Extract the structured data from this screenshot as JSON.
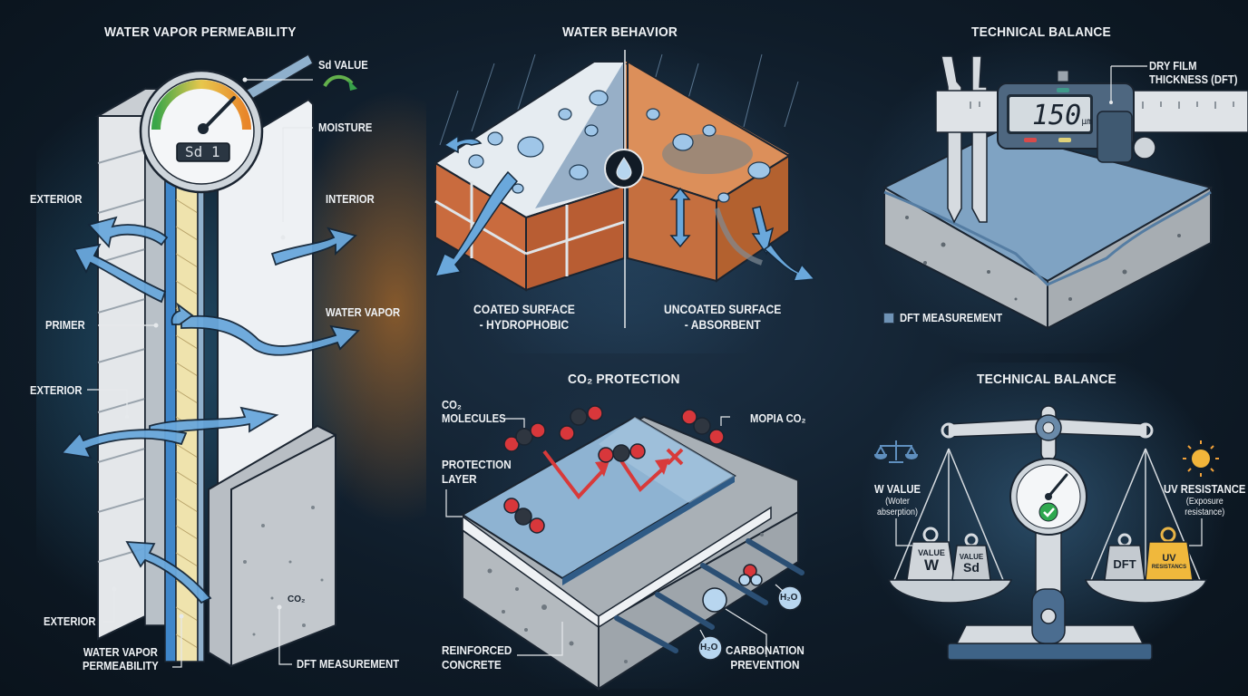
{
  "panels": {
    "vapor": {
      "title": "WATER VAPOR PERMEABILITY",
      "gauge_display": "Sd 1",
      "labels": {
        "sd_value": "Sd VALUE",
        "moisture": "MOISTURE",
        "exterior_top": "EXTERIOR",
        "interior": "INTERIOR",
        "primer": "PRIMER",
        "water_vapor": "WATER VAPOR",
        "exterior_mid": "EXTERIOR",
        "exterior_bottom": "EXTERIOR",
        "permeability_line1": "WATER VAPOR",
        "permeability_line2": "PERMEABILITY",
        "dft_measurement": "DFT MEASUREMENT"
      }
    },
    "water": {
      "title": "WATER BEHAVIOR",
      "coated_line1": "COATED SURFACE",
      "coated_line2": "- HYDROPHOBIC",
      "uncoated_line1": "UNCOATED SURFACE",
      "uncoated_line2": "- ABSORBENT"
    },
    "co2": {
      "title": "CO₂ PROTECTION",
      "molecules_line1": "CO₂",
      "molecules_line2": "MOLECULES",
      "mopia": "MOPIA CO₂",
      "protection_line1": "PROTECTION",
      "protection_line2": "LAYER",
      "reinforced_line1": "REINFORCED",
      "reinforced_line2": "CONCRETE",
      "carbonation_line1": "CARBONATION",
      "carbonation_line2": "PREVENTION",
      "bubble_co2": "CO₂",
      "bubble_h2o_1": "H₂O",
      "bubble_h2o_2": "H₂O"
    },
    "dft": {
      "title": "TECHNICAL BALANCE",
      "caliper_reading": "150",
      "caliper_unit": "µm",
      "dft_line1": "DRY FILM",
      "dft_line2": "THICKNESS (DFT)",
      "legend": "DFT MEASUREMENT",
      "legend_color": "#6f93b6"
    },
    "balance": {
      "title": "TECHNICAL BALANCE",
      "w_value": "W VALUE",
      "w_sub_line1": "(Woter",
      "w_sub_line2": "abserption)",
      "uv_value": "UV RESISTANCE",
      "uv_sub_line1": "(Exposure",
      "uv_sub_line2": "resistance)",
      "weights": {
        "w_top": "VALUE",
        "w_bottom": "W",
        "sd_top": "VALUE",
        "sd_bottom": "Sd",
        "dft": "DFT",
        "uv_top": "UV",
        "uv_bottom": "RESISTANCS"
      },
      "status": "balanced-check"
    }
  },
  "colors": {
    "background": "#0f1c29",
    "arrow_blue": "#5c9fd6",
    "brick": "#c86a3f",
    "co2_red": "#d8373b",
    "uv_yellow": "#f2b53a",
    "check_green": "#2fa84f"
  }
}
